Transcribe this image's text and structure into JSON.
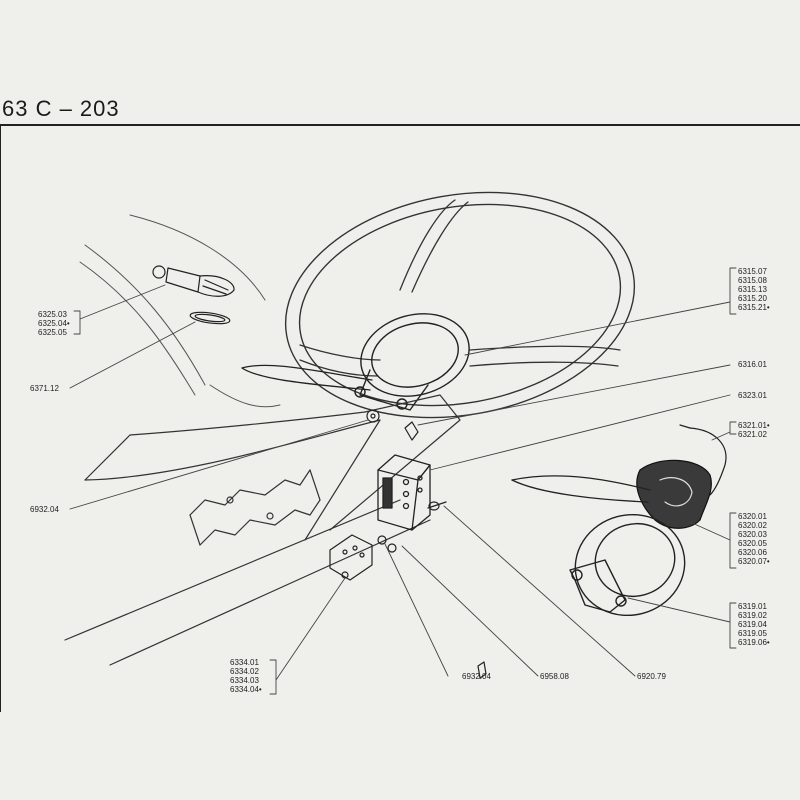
{
  "header": {
    "title": "63 C  –  203"
  },
  "labels": {
    "left_group_1": [
      "6325.03",
      "6325.04•",
      "6325.05"
    ],
    "left_single_1": "6371.12",
    "left_single_2": "6932.04",
    "right_group_1": [
      "6315.07",
      "6315.08",
      "6315.13",
      "6315.20",
      "6315.21•"
    ],
    "right_single_1": "6316.01",
    "right_single_2": "6323.01",
    "right_group_2": [
      "6321.01•",
      "6321.02"
    ],
    "right_group_3": [
      "6320.01",
      "6320.02",
      "6320.03",
      "6320.05",
      "6320.06",
      "6320.07•"
    ],
    "right_group_4": [
      "6319.01",
      "6319.02",
      "6319.04",
      "6319.05",
      "6319.06•"
    ],
    "bottom_group_1": [
      "6334.01",
      "6334.02",
      "6334.03",
      "6334.04•"
    ],
    "bottom_single_1": "6932.04",
    "bottom_single_2": "6958.08",
    "bottom_single_3": "6920.79"
  }
}
